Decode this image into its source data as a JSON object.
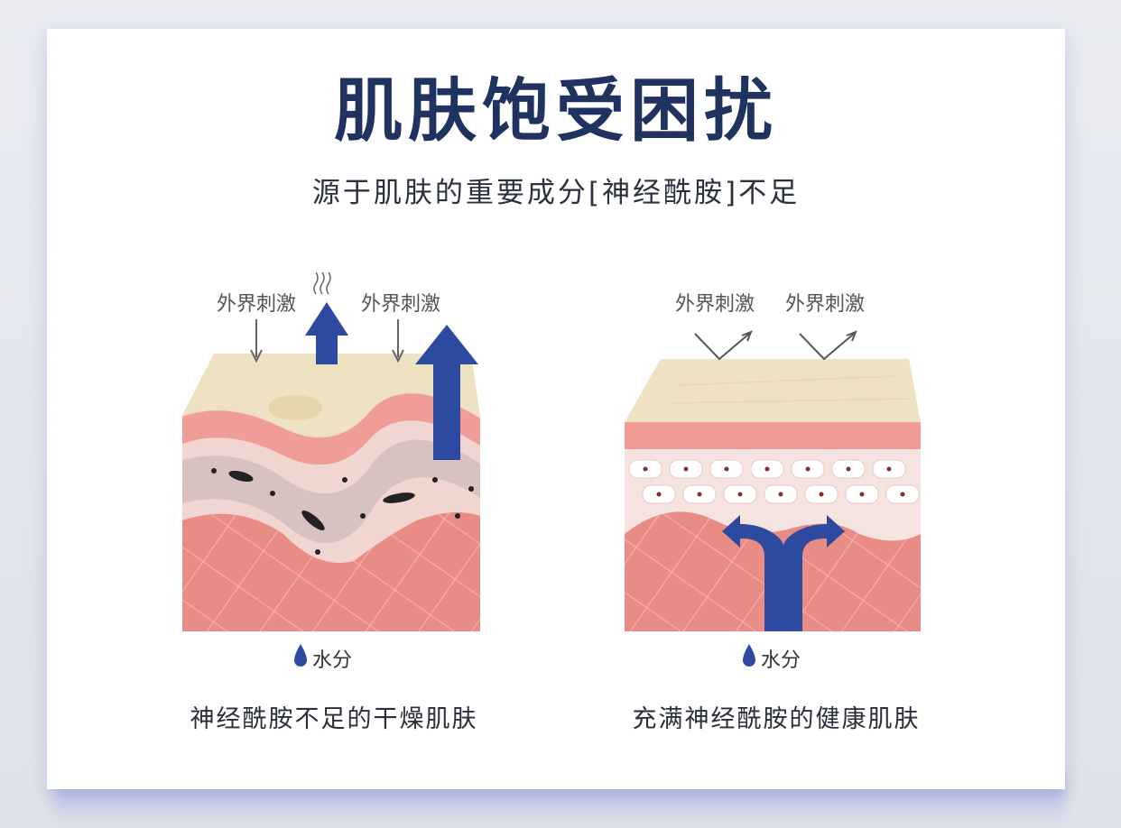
{
  "title": "肌肤饱受困扰",
  "subtitle": "源于肌肤的重要成分[神经酰胺]不足",
  "left_panel": {
    "stimulus_labels": [
      "外界刺激",
      "外界刺激"
    ],
    "water_label": "水分",
    "caption": "神经酰胺不足的干燥肌肤"
  },
  "right_panel": {
    "stimulus_labels": [
      "外界刺激",
      "外界刺激"
    ],
    "water_label": "水分",
    "caption": "充满神经酰胺的健康肌肤"
  },
  "colors": {
    "title": "#1f3260",
    "arrow_blue": "#2b4aa0",
    "skin_top": "#efe2c3",
    "dermis": "#e98c86",
    "cell_layer": "#f3dcd8"
  }
}
